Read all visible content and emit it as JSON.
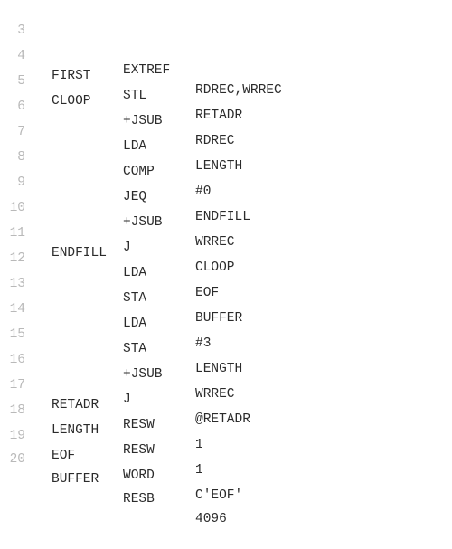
{
  "lines": [
    {
      "num": "3",
      "label": "",
      "op": "EXTREF",
      "operand": "RDREC,WRREC"
    },
    {
      "num": "4",
      "label": "FIRST",
      "op": "STL",
      "operand": "RETADR"
    },
    {
      "num": "5",
      "label": "CLOOP",
      "op": "+JSUB",
      "operand": "RDREC"
    },
    {
      "num": "6",
      "label": "",
      "op": "LDA",
      "operand": "LENGTH"
    },
    {
      "num": "7",
      "label": "",
      "op": "COMP",
      "operand": "#0"
    },
    {
      "num": "8",
      "label": "",
      "op": "JEQ",
      "operand": "ENDFILL"
    },
    {
      "num": "9",
      "label": "",
      "op": "+JSUB",
      "operand": "WRREC"
    },
    {
      "num": "10",
      "label": "",
      "op": "J",
      "operand": "CLOOP"
    },
    {
      "num": "11",
      "label": "ENDFILL",
      "op": "LDA",
      "operand": "EOF"
    },
    {
      "num": "12",
      "label": "",
      "op": "STA",
      "operand": "BUFFER"
    },
    {
      "num": "13",
      "label": "",
      "op": "LDA",
      "operand": "#3"
    },
    {
      "num": "14",
      "label": "",
      "op": "STA",
      "operand": "LENGTH"
    },
    {
      "num": "15",
      "label": "",
      "op": "+JSUB",
      "operand": "WRREC"
    },
    {
      "num": "16",
      "label": "",
      "op": "J",
      "operand": "@RETADR"
    },
    {
      "num": "17",
      "label": "RETADR",
      "op": "RESW",
      "operand": "1"
    },
    {
      "num": "18",
      "label": "LENGTH",
      "op": "RESW",
      "operand": "1"
    },
    {
      "num": "19",
      "label": "EOF",
      "op": "WORD",
      "operand": "C'EOF'"
    },
    {
      "num": "20",
      "label": "BUFFER",
      "op": "RESB",
      "operand": "4096"
    }
  ]
}
